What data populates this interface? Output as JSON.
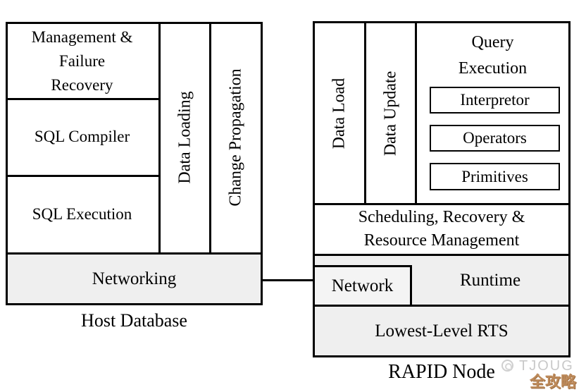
{
  "host_database": {
    "caption": "Host Database",
    "management_lines": [
      "Management &",
      "Failure",
      "Recovery"
    ],
    "sql_compiler": "SQL Compiler",
    "sql_execution": "SQL Execution",
    "data_loading": "Data Loading",
    "change_propagation": "Change Propagation",
    "networking": "Networking"
  },
  "rapid_node": {
    "caption": "RAPID Node",
    "data_load": "Data Load",
    "data_update": "Data Update",
    "query_execution": {
      "title_lines": [
        "Query",
        "Execution"
      ],
      "boxes": [
        "Interpretor",
        "Operators",
        "Primitives"
      ]
    },
    "scheduling_lines": [
      "Scheduling, Recovery &",
      "Resource Management"
    ],
    "network": "Network",
    "runtime": "Runtime",
    "lowest_level_rts": "Lowest-Level RTS"
  },
  "watermark": {
    "brand": "TJOUG",
    "badge": "全攻略"
  },
  "colors": {
    "border": "#000000",
    "gray_fill": "#efefef",
    "background": "#ffffff",
    "watermark_gray": "#c9c9c9",
    "watermark_tan": "#bd8a5a"
  }
}
